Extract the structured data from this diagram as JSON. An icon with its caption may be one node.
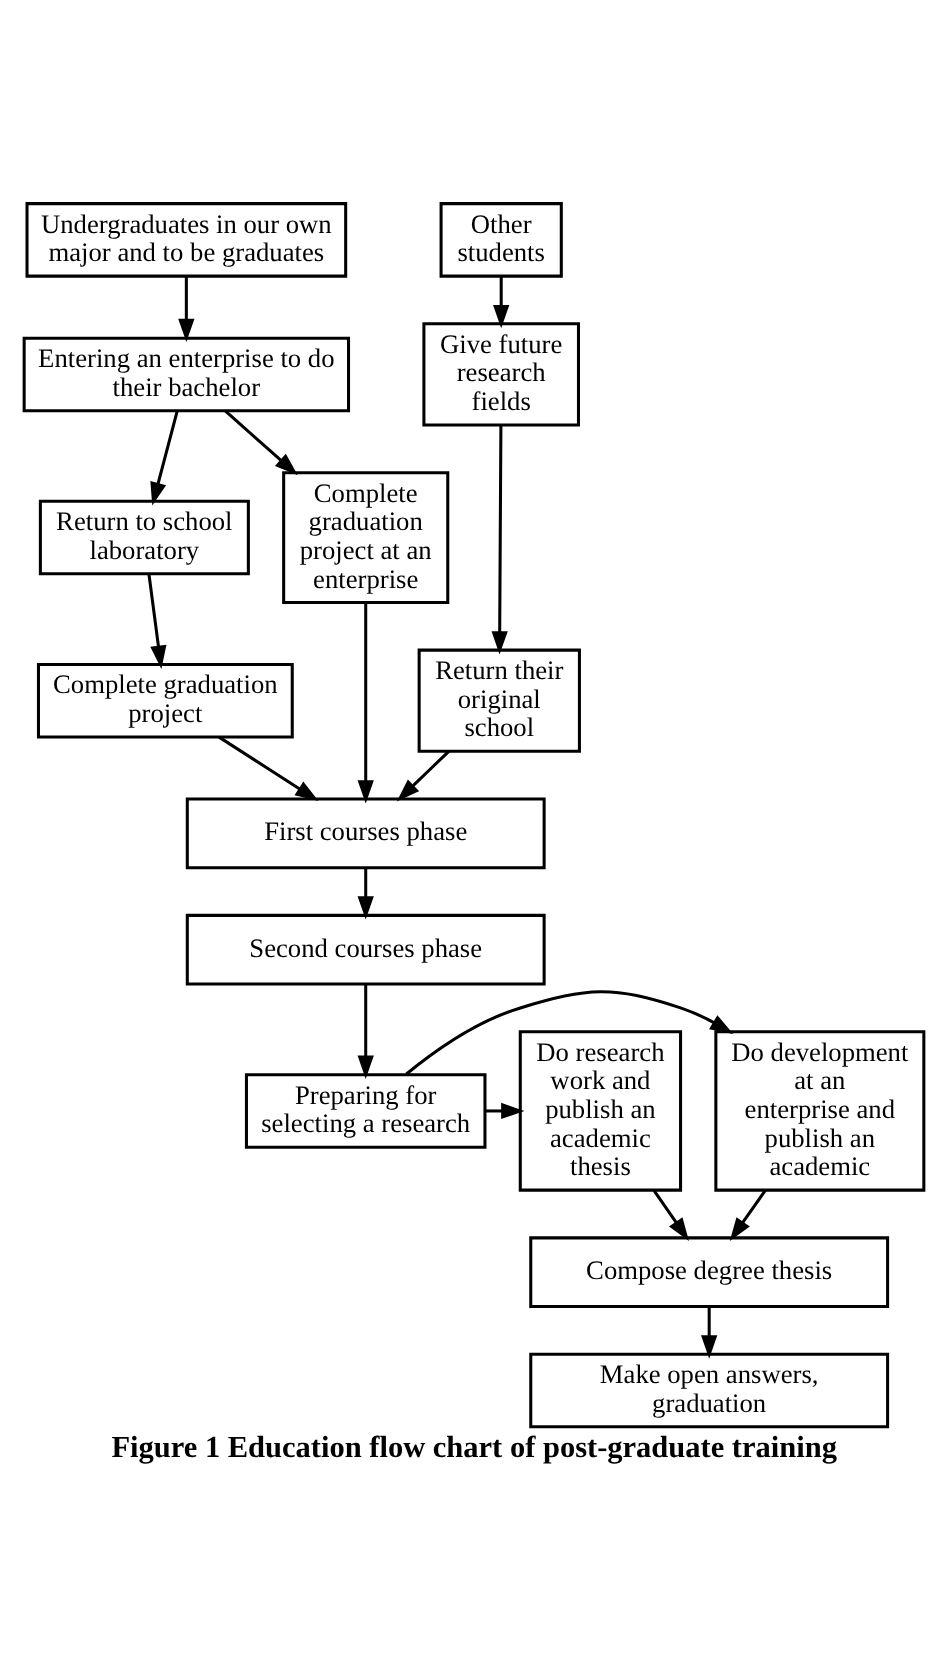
{
  "diagram": {
    "caption": "Figure 1 Education flow chart of post-graduate training",
    "nodes": [
      {
        "text": [
          "Undergraduates in our own major and to be graduates"
        ]
      },
      {
        "text": [
          "Other students"
        ]
      },
      {
        "text": [
          "Entering an enterprise to do their bachelor"
        ]
      },
      {
        "text": [
          "Give future research fields"
        ]
      },
      {
        "text": [
          "Return to school laboratory"
        ]
      },
      {
        "text": [
          "Complete graduation project at an enterprise"
        ]
      },
      {
        "text": [
          "Complete graduation project"
        ]
      },
      {
        "text": [
          "Return their original school"
        ]
      },
      {
        "text": [
          "First courses phase"
        ]
      },
      {
        "text": [
          "Second courses phase"
        ]
      },
      {
        "text": [
          "Do development at an enterprise and publish an academic"
        ]
      },
      {
        "text": [
          "Preparing for selecting a research"
        ]
      },
      {
        "text": [
          "Do research work and publish an academic thesis"
        ]
      },
      {
        "text": [
          "Compose degree thesis"
        ]
      },
      {
        "text": [
          "Make open answers, graduation"
        ]
      }
    ],
    "edges": [
      {
        "from": 0,
        "to": 2,
        "arrow": "to"
      },
      {
        "from": 1,
        "to": 3,
        "arrow": "to"
      },
      {
        "from": 2,
        "to": 5,
        "arrow": "to"
      },
      {
        "from": 2,
        "to": 4,
        "arrow": "to"
      },
      {
        "from": 3,
        "to": 7,
        "arrow": "to"
      },
      {
        "from": 4,
        "to": 6,
        "arrow": "to"
      },
      {
        "from": 5,
        "to": 8,
        "arrow": "to"
      },
      {
        "from": 6,
        "to": 8,
        "arrow": "to"
      },
      {
        "from": 7,
        "to": 8,
        "arrow": "to"
      },
      {
        "from": 8,
        "to": 9,
        "arrow": "to"
      },
      {
        "from": 9,
        "to": 11,
        "arrow": "to"
      },
      {
        "from": 11,
        "to": 10,
        "arrow": "to"
      },
      {
        "from": 11,
        "to": 12,
        "arrow": "to"
      },
      {
        "from": 10,
        "to": 13,
        "arrow": "to"
      },
      {
        "from": 12,
        "to": 13,
        "arrow": "to"
      },
      {
        "from": 13,
        "to": 14,
        "arrow": "to"
      }
    ]
  }
}
